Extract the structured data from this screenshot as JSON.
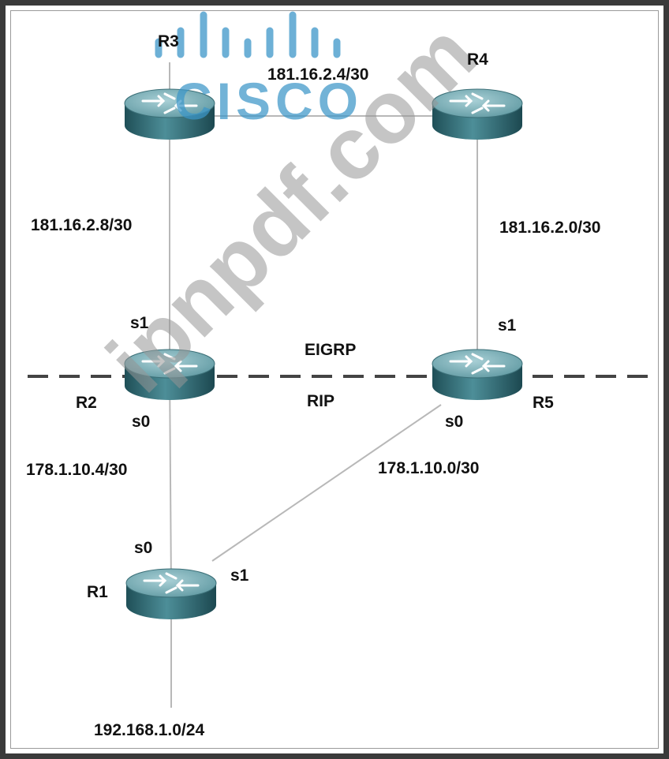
{
  "routers": [
    {
      "id": "R1",
      "label": "R1"
    },
    {
      "id": "R2",
      "label": "R2"
    },
    {
      "id": "R3",
      "label": "R3"
    },
    {
      "id": "R4",
      "label": "R4"
    },
    {
      "id": "R5",
      "label": "R5"
    }
  ],
  "links": [
    {
      "from": "R3",
      "to": "R4",
      "subnet": "181.16.2.4/30"
    },
    {
      "from": "R3",
      "to": "R2",
      "subnet": "181.16.2.8/30"
    },
    {
      "from": "R4",
      "to": "R5",
      "subnet": "181.16.2.0/30"
    },
    {
      "from": "R2",
      "to": "R1",
      "subnet": "178.1.10.4/30"
    },
    {
      "from": "R5",
      "to": "R1",
      "subnet": "178.1.10.0/30"
    },
    {
      "from": "R1",
      "to": "LAN",
      "subnet": "192.168.1.0/24"
    }
  ],
  "interfaces": {
    "r2_s1": "s1",
    "r2_s0": "s0",
    "r5_s1": "s1",
    "r5_s0": "s0",
    "r1_s0": "s0",
    "r1_s1": "s1"
  },
  "domains": {
    "upper": "EIGRP",
    "lower": "RIP"
  },
  "watermarks": {
    "logo": "CISCO",
    "site": "ipnpdf.com"
  },
  "colors": {
    "border": "#3a3a3a",
    "link": "#b8b8b8",
    "router_top": "#7fb0b8",
    "router_body": "#3f7d86",
    "cisco_blue": "#3c96c8"
  }
}
